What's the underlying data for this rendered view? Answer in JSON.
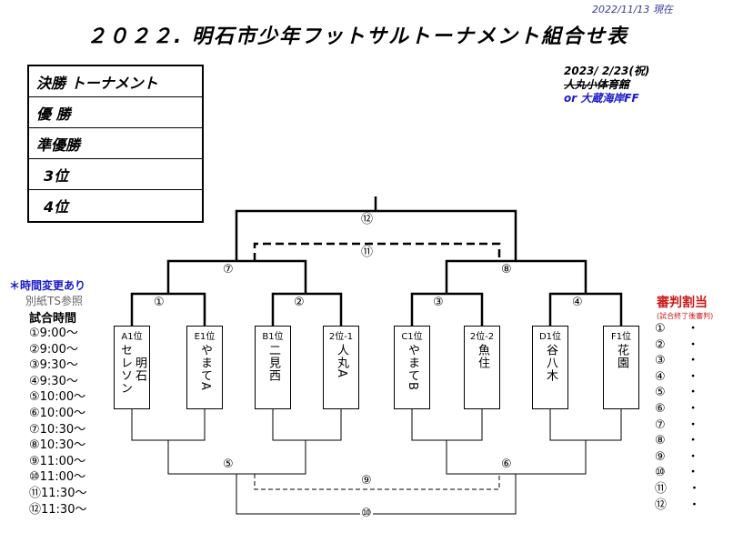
{
  "header": {
    "date_note": "2022/11/13 現在",
    "title": "２０２２. 明石市少年フットサルトーナメント組合せ表"
  },
  "results_box": {
    "rows": [
      "決勝 トーナメント",
      "優 勝",
      "準優勝",
      "3位",
      "4位"
    ]
  },
  "venue": {
    "date": "2023/ 2/23(祝)",
    "place_old": "人丸小体育館",
    "place_new": "or 大蔵海岸FF"
  },
  "left_panel": {
    "note": "＊時間変更あり",
    "sub": "別紙TS参照",
    "heading": "試合時間",
    "times": [
      "①9:00～",
      "②9:00～",
      "③9:30～",
      "④9:30～",
      "⑤10:00～",
      "⑥10:00～",
      "⑦10:30～",
      "⑧10:30～",
      "⑨11:00～",
      "⑩11:00～",
      "⑪11:30～",
      "⑫11:30～"
    ]
  },
  "right_panel": {
    "heading": "審判割当",
    "sub": "(試合終了後審判)",
    "marks": [
      "①",
      "②",
      "③",
      "④",
      "⑤",
      "⑥",
      "⑦",
      "⑧",
      "⑨",
      "⑩",
      "⑪",
      "⑫"
    ],
    "dot": "・"
  },
  "teams": [
    {
      "seed": "A1位",
      "name": [
        "明石",
        "セレソン"
      ]
    },
    {
      "seed": "E1位",
      "name": [
        "やまてA"
      ]
    },
    {
      "seed": "B1位",
      "name": [
        "二見西"
      ]
    },
    {
      "seed": "2位-1",
      "name": [
        "人丸A"
      ]
    },
    {
      "seed": "C1位",
      "name": [
        "やまてB"
      ]
    },
    {
      "seed": "2位-2",
      "name": [
        "魚住"
      ]
    },
    {
      "seed": "D1位",
      "name": [
        "谷八木"
      ]
    },
    {
      "seed": "F1位",
      "name": [
        "花園"
      ]
    }
  ],
  "match_labels": {
    "m1": "①",
    "m2": "②",
    "m3": "③",
    "m4": "④",
    "m5": "⑤",
    "m6": "⑥",
    "m7": "⑦",
    "m8": "⑧",
    "m9": "⑨",
    "m10": "⑩",
    "m11": "⑪",
    "m12": "⑫"
  }
}
